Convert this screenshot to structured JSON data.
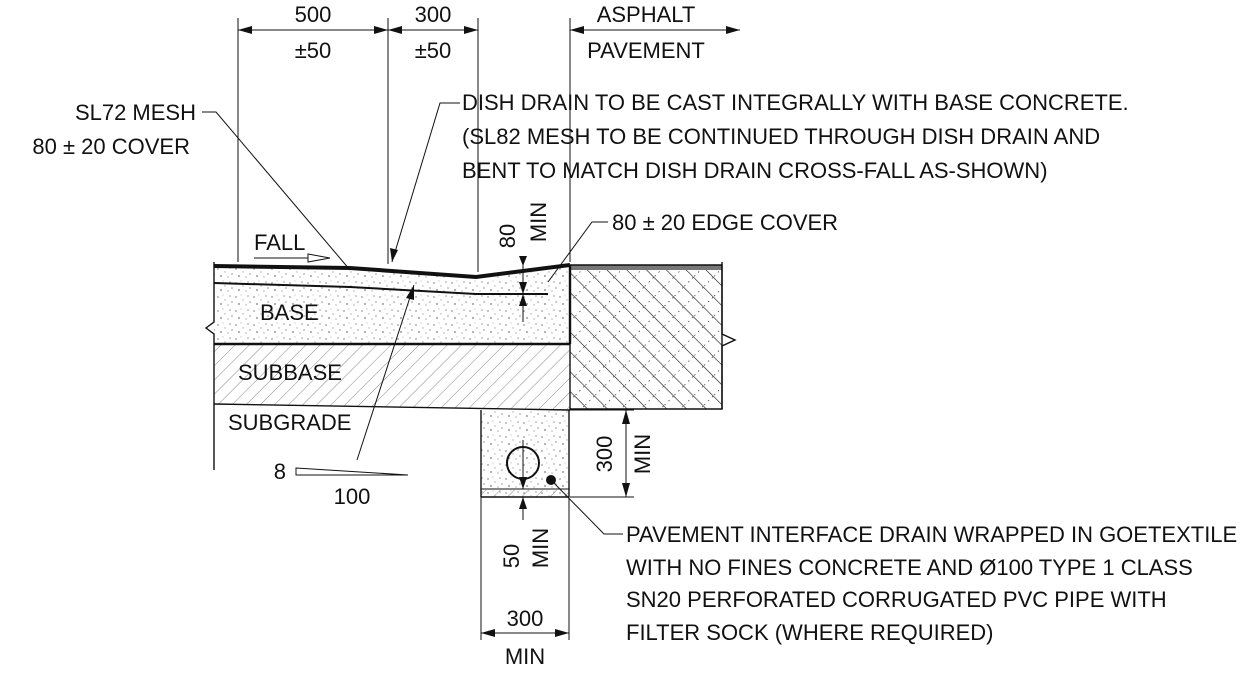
{
  "dimensions": {
    "width_500": "500",
    "tol_500": "±50",
    "width_300": "300",
    "tol_300": "±50",
    "depth_80": "80",
    "depth_80_min": "MIN",
    "depth_300": "300",
    "depth_300_min": "MIN",
    "depth_50": "50",
    "depth_50_min": "MIN",
    "trench_300": "300",
    "trench_300_min": "MIN"
  },
  "labels": {
    "asphalt_1": "ASPHALT",
    "asphalt_2": "PAVEMENT",
    "mesh_1": "SL72 MESH",
    "mesh_2": "80 ± 20 COVER",
    "dish_1": "DISH DRAIN TO BE CAST INTEGRALLY WITH BASE CONCRETE.",
    "dish_2": "(SL82 MESH TO BE CONTINUED THROUGH DISH DRAIN AND",
    "dish_3": "BENT TO MATCH DISH DRAIN CROSS-FALL AS-SHOWN)",
    "edge_cover": "80 ± 20 EDGE COVER",
    "fall": "FALL",
    "base": "BASE",
    "subbase": "SUBBASE",
    "subgrade": "SUBGRADE",
    "slope_rise": "8",
    "slope_run": "100",
    "drain_1": "PAVEMENT INTERFACE DRAIN WRAPPED IN GOETEXTILE",
    "drain_2": "WITH NO FINES CONCRETE AND Ø100 TYPE 1 CLASS",
    "drain_3": "SN20 PERFORATED CORRUGATED PVC PIPE WITH",
    "drain_4": "FILTER SOCK (WHERE REQUIRED)"
  },
  "colors": {
    "line": "#111111",
    "hatch": "#888888",
    "speckle": "#9a9a9a",
    "seal": "#777777"
  }
}
